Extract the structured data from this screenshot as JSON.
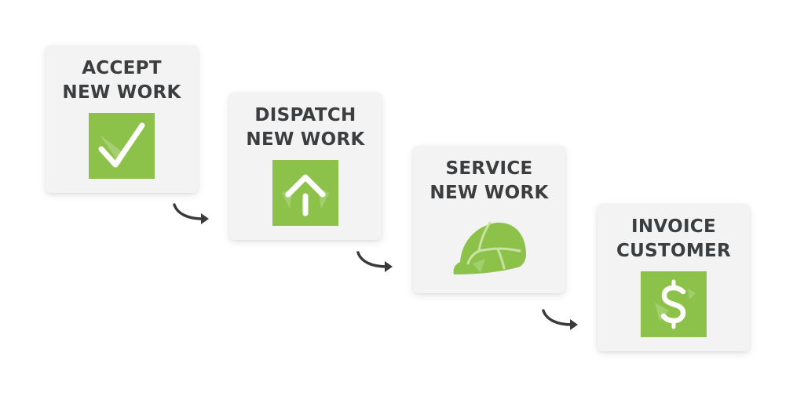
{
  "steps": [
    {
      "line1": "ACCEPT",
      "line2": "NEW WORK",
      "icon": "checkmark-icon"
    },
    {
      "line1": "DISPATCH",
      "line2": "NEW WORK",
      "icon": "up-arrow-icon"
    },
    {
      "line1": "SERVICE",
      "line2": "NEW WORK",
      "icon": "hard-hat-icon"
    },
    {
      "line1": "INVOICE",
      "line2": "CUSTOMER",
      "icon": "dollar-sign-icon"
    }
  ],
  "colors": {
    "accent_green": "#8dc24a",
    "card_background": "#f3f3f3",
    "title_text": "#3c3d3e",
    "arrow": "#3a3a3a"
  }
}
